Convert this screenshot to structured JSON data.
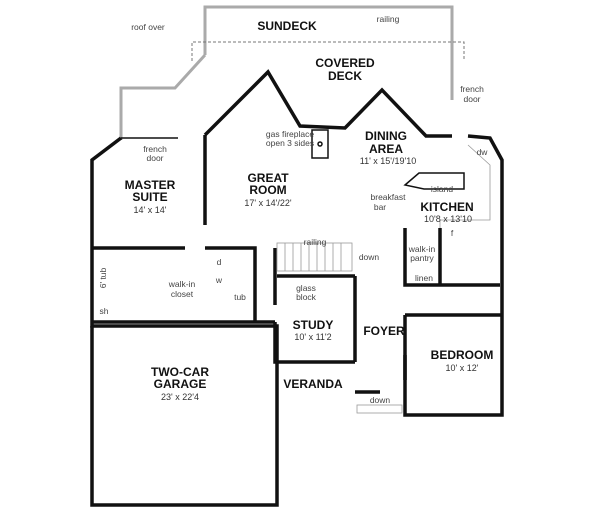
{
  "plan": {
    "outdoor": {
      "sundeck": "SUNDECK",
      "roof_over": "roof over",
      "railing_top": "railing",
      "covered_deck_1": "COVERED",
      "covered_deck_2": "DECK",
      "french_door_right_1": "french",
      "french_door_right_2": "door",
      "veranda": "VERANDA",
      "veranda_down": "down"
    },
    "rooms": {
      "dining_1": "DINING",
      "dining_2": "AREA",
      "dining_dim": "11' x 15'/19'10",
      "great_1": "GREAT",
      "great_2": "ROOM",
      "great_dim": "17' x 14'/22'",
      "master_1": "MASTER",
      "master_2": "SUITE",
      "master_dim": "14' x 14'",
      "kitchen": "KITCHEN",
      "kitchen_dim": "10'8 x 13'10",
      "study": "STUDY",
      "study_dim": "10' x 11'2",
      "foyer": "FOYER",
      "bedroom": "BEDROOM",
      "bedroom_dim": "10' x 12'",
      "garage_1": "TWO-CAR",
      "garage_2": "GARAGE",
      "garage_dim": "23' x 22'4"
    },
    "notes": {
      "french_door_left_1": "french",
      "french_door_left_2": "door",
      "fireplace_1": "gas fireplace",
      "fireplace_2": "open 3 sides",
      "island": "island",
      "breakfast_1": "breakfast",
      "breakfast_2": "bar",
      "dw": "dw",
      "railing_stair": "railing",
      "stair_down": "down",
      "pantry_1": "walk-in",
      "pantry_2": "pantry",
      "linen": "linen",
      "tub_6": "6' tub",
      "closet_1": "walk-in",
      "closet_2": "closet",
      "sh": "sh",
      "glass_1": "glass",
      "glass_2": "block",
      "tub": "tub",
      "washer": "w",
      "dryer": "d",
      "fridge": "f"
    }
  }
}
